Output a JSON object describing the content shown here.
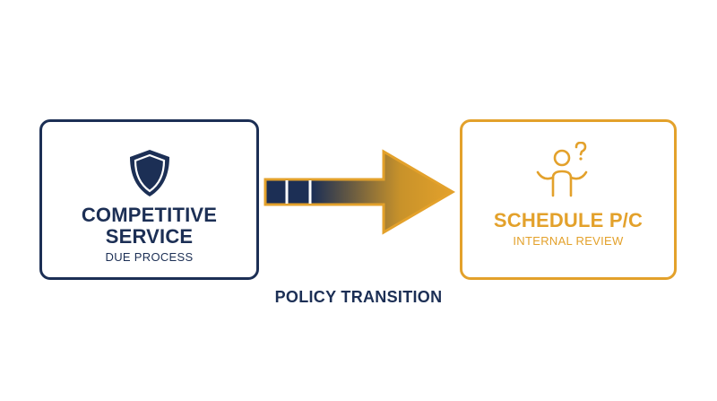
{
  "diagram": {
    "left_box": {
      "title_line1": "COMPETITIVE",
      "title_line2": "SERVICE",
      "subtitle": "DUE PROCESS",
      "icon": "shield-icon",
      "color": "#1c2f55"
    },
    "right_box": {
      "title": "SCHEDULE P/C",
      "subtitle": "INTERNAL REVIEW",
      "icon": "confused-person-icon",
      "color": "#e3a12b"
    },
    "arrow": {
      "icon": "gradient-arrow-icon",
      "color_start": "#1c2f55",
      "color_end": "#e3a12b"
    },
    "caption": "POLICY TRANSITION"
  }
}
